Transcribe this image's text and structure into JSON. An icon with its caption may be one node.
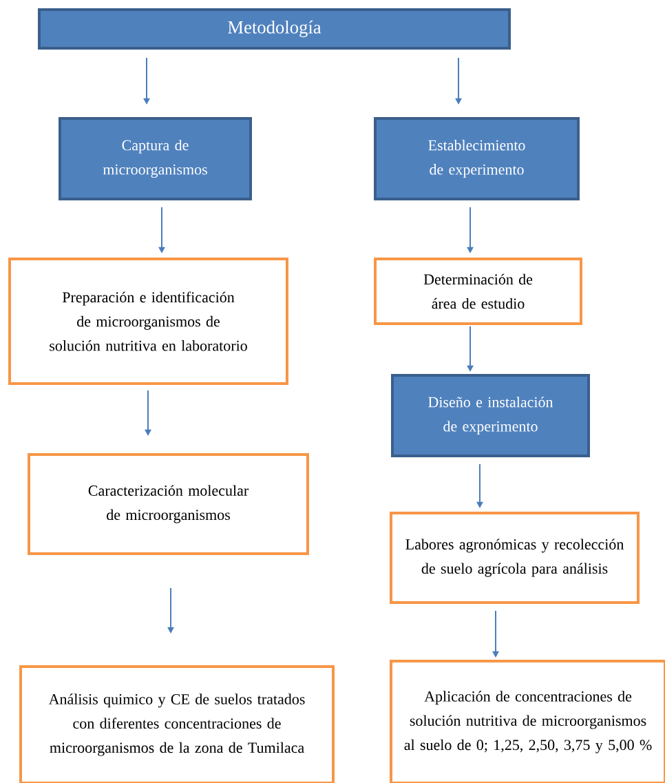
{
  "diagram": {
    "nodes": [
      {
        "text": [
          "Metodología"
        ]
      },
      {
        "text": [
          "Captura de microorganismos"
        ]
      },
      {
        "text": [
          "Establecimiento de experimento"
        ]
      },
      {
        "text": [
          "Preparación e identificación de microorganismos de solución nutritiva en laboratorio"
        ]
      },
      {
        "text": [
          "Determinación de área de estudio"
        ]
      },
      {
        "text": [
          "Diseño e instalación de experimento"
        ]
      },
      {
        "text": [
          "Caracterización molecular de microorganismos"
        ]
      },
      {
        "text": [
          "Labores agronómicas y recolección de suelo agrícola para análisis"
        ]
      },
      {
        "text": [
          "Análisis quimico y CE de suelos tratados con diferentes concentraciones de microorganismos de la zona de Tumilaca"
        ]
      },
      {
        "text": [
          "Aplicación de concentraciones de solución nutritiva  de microorganismos al suelo de 0; 1,25, 2,50, 3,75 y 5,00 %"
        ]
      }
    ],
    "edges": [
      {
        "from": 0,
        "to": 1,
        "arrow": "to"
      },
      {
        "from": 0,
        "to": 2,
        "arrow": "to"
      },
      {
        "from": 1,
        "to": 3,
        "arrow": "to"
      },
      {
        "from": 2,
        "to": 4,
        "arrow": "to"
      },
      {
        "from": 3,
        "to": 6,
        "arrow": "to"
      },
      {
        "from": 4,
        "to": 5,
        "arrow": "to"
      },
      {
        "from": 5,
        "to": 7,
        "arrow": "to"
      },
      {
        "from": 6,
        "to": 8,
        "arrow": "to"
      },
      {
        "from": 7,
        "to": 9,
        "arrow": "to"
      }
    ]
  }
}
